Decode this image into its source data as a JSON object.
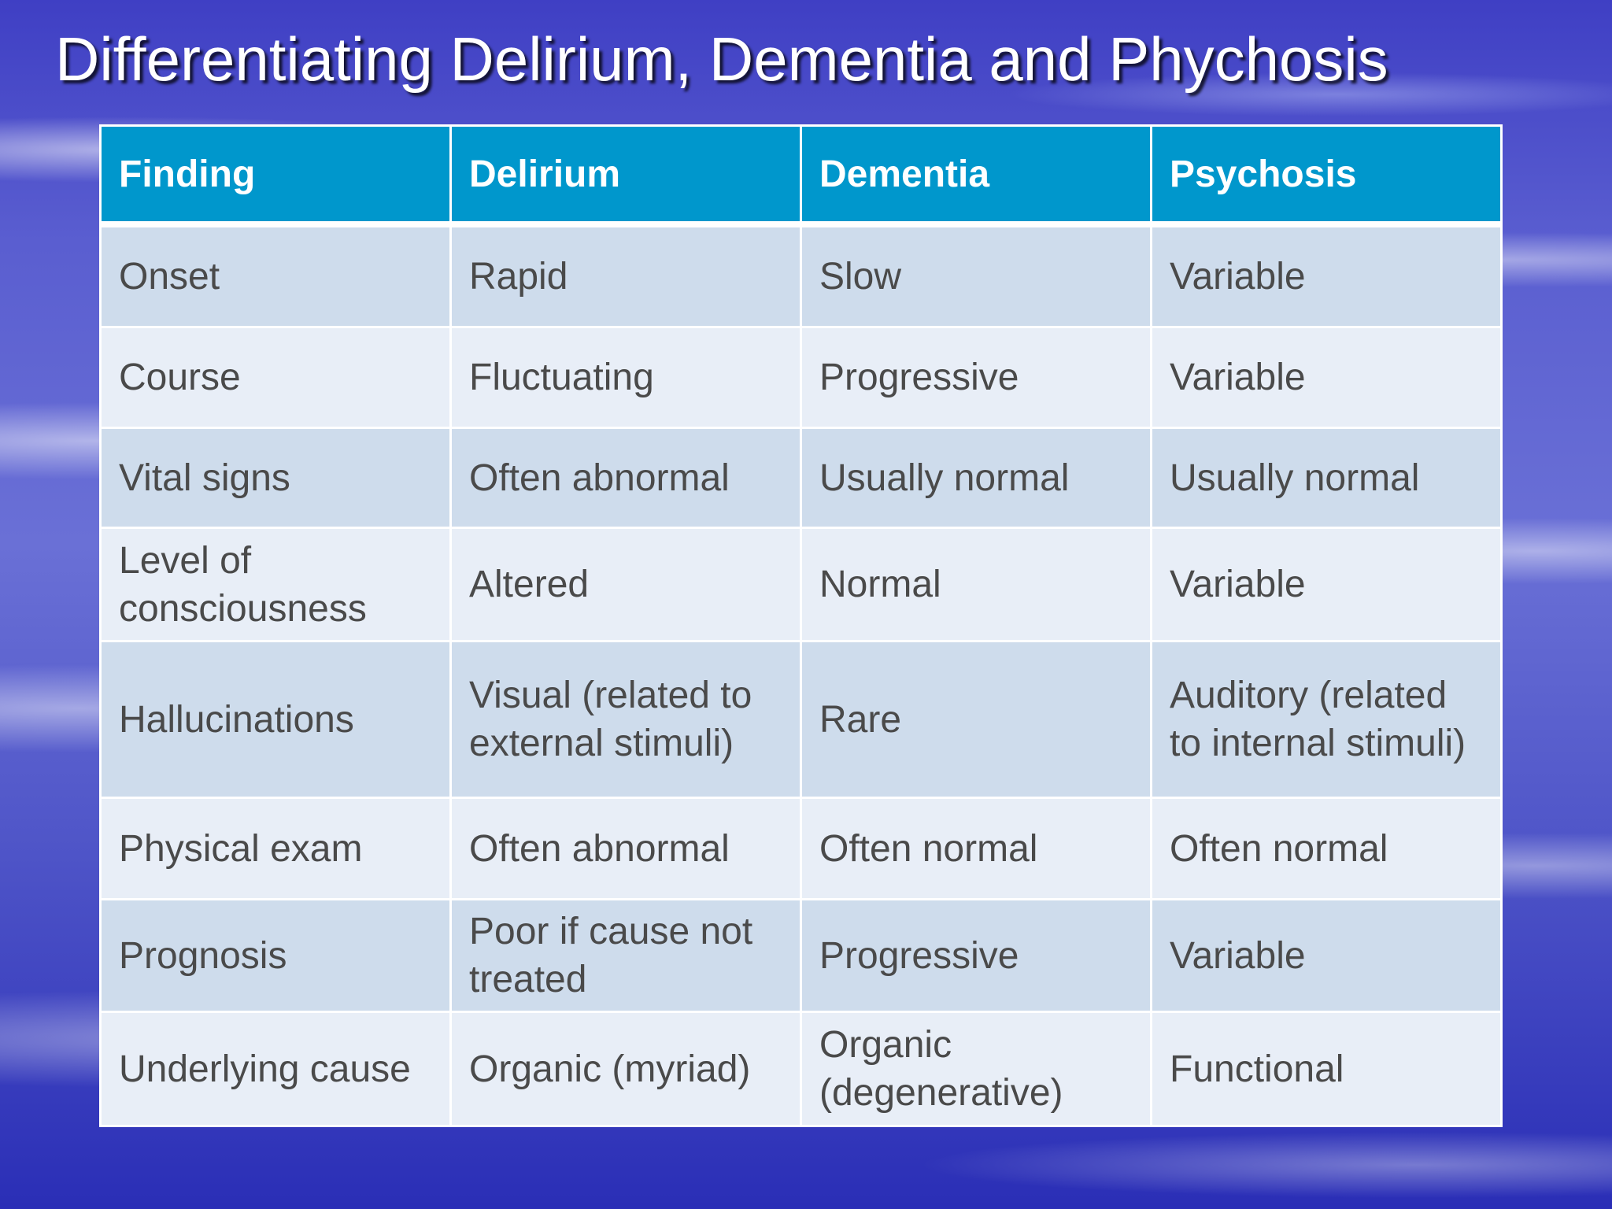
{
  "slide": {
    "title": "Differentiating Delirium, Dementia and Phychosis"
  },
  "table": {
    "headers": [
      "Finding",
      "Delirium",
      "Dementia",
      "Psychosis"
    ],
    "rows": [
      [
        "Onset",
        "Rapid",
        "Slow",
        "Variable"
      ],
      [
        "Course",
        "Fluctuating",
        "Progressive",
        "Variable"
      ],
      [
        "Vital signs",
        "Often abnormal",
        "Usually normal",
        "Usually normal"
      ],
      [
        "Level of consciousness",
        "Altered",
        "Normal",
        "Variable"
      ],
      [
        "Hallucinations",
        "Visual (related to external stimuli)",
        "Rare",
        "Auditory (related to internal stimuli)"
      ],
      [
        "Physical exam",
        "Often abnormal",
        "Often normal",
        "Often normal"
      ],
      [
        "Prognosis",
        "Poor if cause not treated",
        "Progressive",
        "Variable"
      ],
      [
        "Underlying cause",
        "Organic (myriad)",
        "Organic (degenerative)",
        "Functional"
      ]
    ]
  },
  "colors": {
    "header_bg": "#0097cc",
    "row_dark": "#cedcec",
    "row_light": "#e8eef7",
    "text": "#4a4a4a",
    "background": "#4f55c8"
  }
}
